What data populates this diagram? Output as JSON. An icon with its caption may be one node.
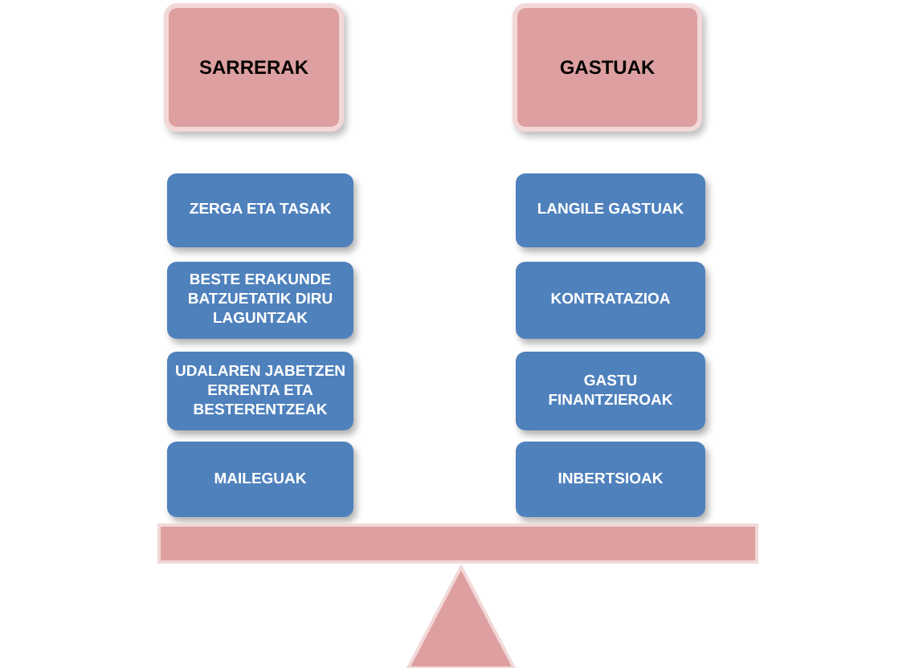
{
  "diagram": {
    "nodes": [
      {
        "text": [
          "SARRERAK"
        ]
      },
      {
        "text": [
          "GASTUAK"
        ]
      },
      {
        "text": [
          "ZERGA ETA TASAK"
        ]
      },
      {
        "text": [
          "LANGILE GASTUAK"
        ]
      },
      {
        "text": [
          "BESTE ERAKUNDE BATZUETATIK DIRU LAGUNTZAK"
        ]
      },
      {
        "text": [
          "KONTRATAZIOA"
        ]
      },
      {
        "text": [
          "UDALAREN JABETZEN ERRENTA ETA BESTERENTZEAK"
        ]
      },
      {
        "text": [
          "GASTU FINANTZIEROAK"
        ]
      },
      {
        "text": [
          "MAILEGUAK"
        ]
      },
      {
        "text": [
          "INBERTSIOAK"
        ]
      },
      {
        "text": [],
        "shape": "bar"
      },
      {
        "text": [],
        "shape": "triangle"
      }
    ]
  }
}
